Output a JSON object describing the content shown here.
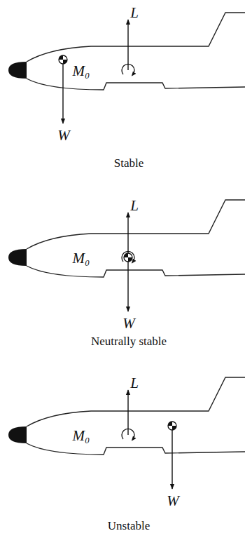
{
  "diagram": {
    "labels": [
      "L",
      "M₀",
      "W",
      "Stable",
      "L",
      "M₀",
      "W",
      "Neutrally stable",
      "L",
      "M₀",
      "W",
      "Unstable"
    ]
  }
}
